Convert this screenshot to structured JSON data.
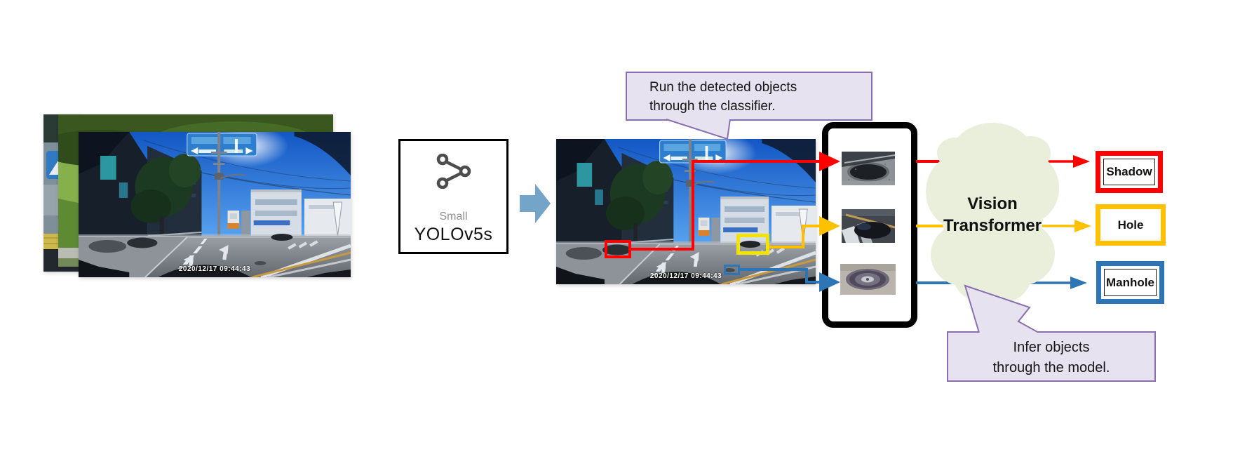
{
  "figure": {
    "input": {
      "photos": [
        "dashcam-photo-back",
        "dashcam-photo-middle",
        "dashcam-photo-front"
      ],
      "timestamp": "2020/12/17 09:44:43"
    },
    "detector": {
      "size_label": "Small",
      "name": "YOLOv5s",
      "icon": "share-nodes-icon"
    },
    "flow_arrow_icon": "right-block-arrow-icon",
    "callout_top": {
      "line1": "Run the detected objects",
      "line2": "through the classifier."
    },
    "callout_bottom": {
      "line1": "Infer objects",
      "line2": "through the model."
    },
    "classifier": {
      "line1": "Vision",
      "line2": "Transformer",
      "shape": "cloud"
    },
    "detections": [
      {
        "label": "Shadow",
        "color": "#FF0000",
        "crop": "shadow-crop"
      },
      {
        "label": "Hole",
        "color": "#FFC000",
        "crop": "hole-crop"
      },
      {
        "label": "Manhole",
        "color": "#2E75B6",
        "crop": "manhole-crop"
      }
    ]
  },
  "colors": {
    "red": "#FF0000",
    "gold": "#FFC000",
    "blue": "#2E75B6",
    "bbox_yellow": "#F2E300",
    "flow_arrow": "#74A5C8",
    "callout_fill": "#E7E2EF",
    "callout_border": "#8A6FB0",
    "cloud_fill": "#E9EFDB"
  }
}
